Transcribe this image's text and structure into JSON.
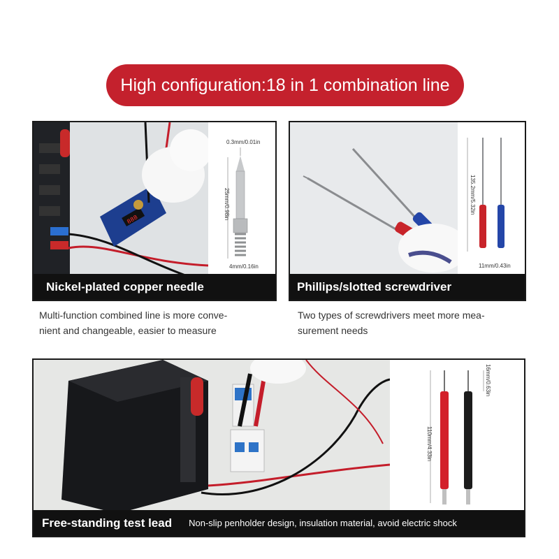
{
  "header": {
    "title": "High configuration:18 in 1 combination line"
  },
  "panel1": {
    "label": "Nickel-plated copper needle",
    "dims": {
      "tip": "0.3mm/0.01in",
      "length": "25mm/0.98in",
      "base": "4mm/0.16in"
    },
    "caption_line1": "Multi-function combined line is more conve-",
    "caption_line2": "nient and changeable, easier to measure"
  },
  "panel2": {
    "label": "Phillips/slotted screwdriver",
    "dims": {
      "length": "135.2mm/5.32in",
      "width": "11mm/0.43in"
    },
    "caption_line1": "Two types of screwdrivers meet more mea-",
    "caption_line2": "surement needs"
  },
  "panel3": {
    "label": "Free-standing test lead",
    "sub": "Non-slip penholder design, insulation material, avoid electric shock",
    "dims": {
      "tip": "16mm/0.63in",
      "length": "110mm/4.33in"
    }
  },
  "colors": {
    "accent": "#c4212d",
    "bar": "#111111",
    "probe_red": "#d3202a",
    "probe_black": "#1c1c1c"
  }
}
